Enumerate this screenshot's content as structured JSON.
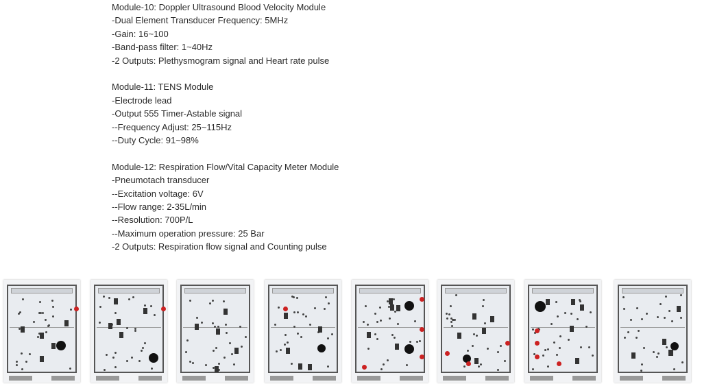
{
  "modules": [
    {
      "title": "Module-10: Doppler Ultrasound Blood Velocity Module",
      "lines": [
        "-Dual Element Transducer Frequency: 5MHz",
        "-Gain: 16~100",
        "-Band-pass filter: 1~40Hz",
        "-2 Outputs: Plethysmogram signal and Heart rate pulse"
      ]
    },
    {
      "title": "Module-11: TENS Module",
      "lines": [
        "-Electrode lead",
        "-Output 555 Timer-Astable signal",
        "--Frequency Adjust: 25~115Hz",
        "--Duty Cycle: 91~98%"
      ]
    },
    {
      "title": "Module-12: Respiration Flow/Vital Capacity Meter Module",
      "lines": [
        "-Pneumotach transducer",
        "--Excitation voltage: 6V",
        "--Flow range: 2-35L/min",
        "--Resolution: 700P/L",
        "--Maximum operation pressure: 25 Bar",
        "-2 Outputs: Respiration flow signal and Counting pulse"
      ]
    }
  ],
  "panel_count": 8
}
